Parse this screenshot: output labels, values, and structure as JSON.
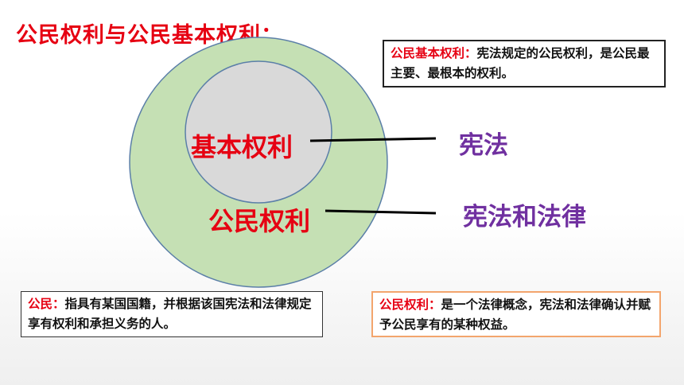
{
  "title": "公民权利与公民基本权利：",
  "definitions": {
    "basic_rights": {
      "label": "公民基本权利：",
      "text": "宪法规定的公民权利，是公民最主要、最根本的权利。"
    },
    "citizen": {
      "label": "公民：",
      "text": "指具有某国国籍，并根据该国宪法和法律规定享有权利和承担义务的人。"
    },
    "civic_rights": {
      "label": "公民权利：",
      "text": "是一个法律概念，宪法和法律确认并赋予公民享有的某种权益。"
    }
  },
  "diagram": {
    "inner_label": "基本权利",
    "outer_label": "公民权利",
    "inner_source": "宪法",
    "outer_source": "宪法和法律",
    "colors": {
      "outer_fill": "#c5e0b4",
      "inner_fill": "#d9d9d9",
      "term_color": "#e60012",
      "source_color": "#7030a0"
    }
  }
}
